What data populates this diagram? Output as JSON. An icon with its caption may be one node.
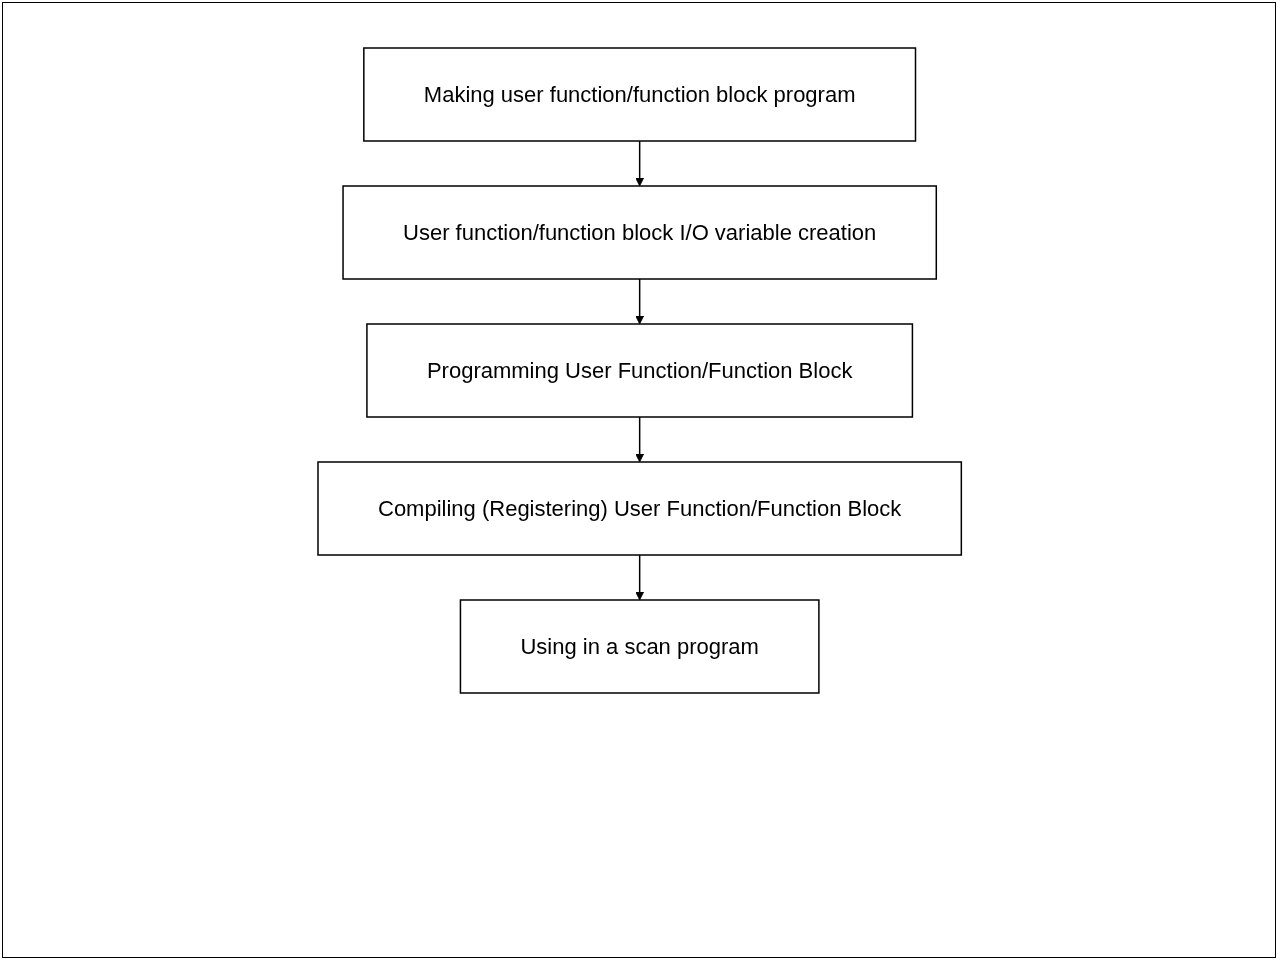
{
  "diagram": {
    "nodes": [
      {
        "text": [
          "Making user function/function block program"
        ]
      },
      {
        "text": [
          "User function/function block I/O variable creation"
        ]
      },
      {
        "text": [
          "Programming User Function/Function Block"
        ]
      },
      {
        "text": [
          "Compiling (Registering) User Function/Function Block"
        ]
      },
      {
        "text": [
          "Using in a scan program"
        ]
      }
    ],
    "edges": [
      {
        "from": 0,
        "to": 1,
        "arrow": "to"
      },
      {
        "from": 1,
        "to": 2,
        "arrow": "to"
      },
      {
        "from": 2,
        "to": 3,
        "arrow": "to"
      },
      {
        "from": 3,
        "to": 4,
        "arrow": "to"
      }
    ]
  }
}
